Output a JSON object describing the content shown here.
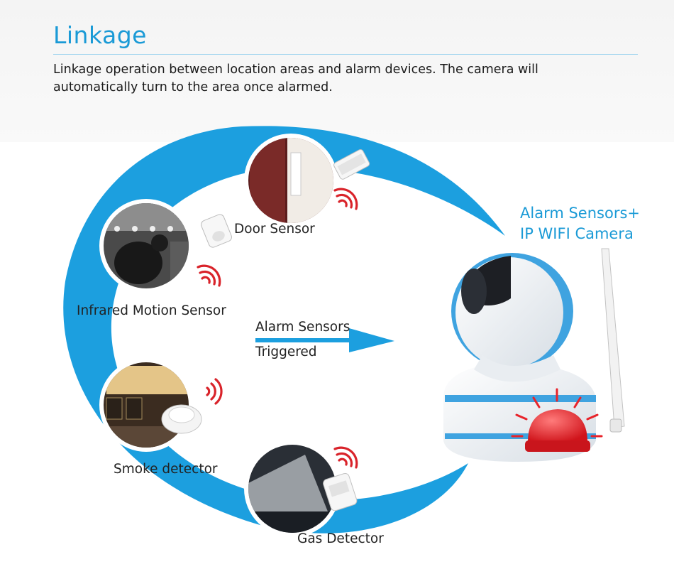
{
  "header": {
    "title": "Linkage",
    "description": "Linkage operation between location areas and alarm devices. The camera will automatically turn to the area once alarmed."
  },
  "devices": {
    "door": "Door Sensor",
    "motion": "Infrared Motion Sensor",
    "smoke": "Smoke detector",
    "gas": "Gas Detector"
  },
  "camera": {
    "line1": "Alarm Sensors+",
    "line2": "IP WIFI Camera"
  },
  "arrow": {
    "top": "Alarm Sensors",
    "bottom": "Triggered"
  },
  "colors": {
    "accent": "#1a9ad6",
    "swoosh": "#1c9fdf",
    "signal": "#d9232a",
    "alarm_light": "#e8232a"
  },
  "icons": [
    "signal-waves-icon",
    "alarm-light-icon",
    "arrow-right-icon"
  ]
}
